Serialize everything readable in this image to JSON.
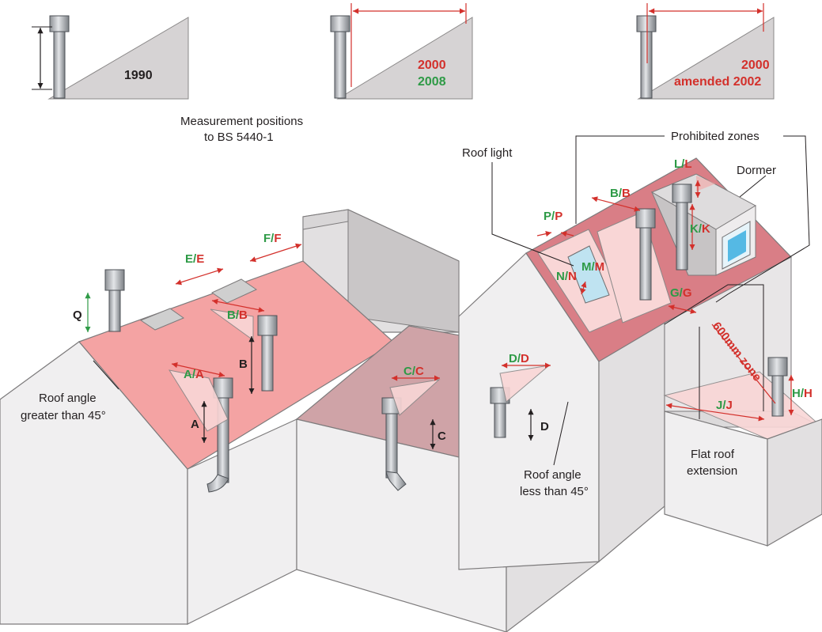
{
  "top_panels": {
    "p1": {
      "year": "1990"
    },
    "p2": {
      "year1": "2000",
      "year2": "2008"
    },
    "p3": {
      "year1": "2000",
      "year2": "amended 2002"
    },
    "caption_line1": "Measurement positions",
    "caption_line2": "to BS 5440-1"
  },
  "labels": {
    "roof_light": "Roof light",
    "prohibited_zones": "Prohibited zones",
    "dormer": "Dormer",
    "roof_gt45_line1": "Roof angle",
    "roof_gt45_line2": "greater than 45°",
    "roof_lt45_line1": "Roof angle",
    "roof_lt45_line2": "less than 45°",
    "flat_roof_line1": "Flat roof",
    "flat_roof_line2": "extension",
    "zone_600": "600mm zone"
  },
  "dimensions": {
    "Q": "Q",
    "A": "A",
    "B": "B",
    "C": "C",
    "D": "D",
    "AA_l": "A/",
    "AA_r": "A",
    "BB1_l": "B/",
    "BB1_r": "B",
    "BB2_l": "B/",
    "BB2_r": "B",
    "CC_l": "C/",
    "CC_r": "C",
    "DD_l": "D/",
    "DD_r": "D",
    "EE_l": "E/",
    "EE_r": "E",
    "FF_l": "F/",
    "FF_r": "F",
    "GG_l": "G/",
    "GG_r": "G",
    "HH_l": "H/",
    "HH_r": "H",
    "JJ_l": "J/",
    "JJ_r": "J",
    "KK_l": "K/",
    "KK_r": "K",
    "LL_l": "L/",
    "LL_r": "L",
    "MM_l": "M/",
    "MM_r": "M",
    "NN_l": "N/",
    "NN_r": "N",
    "PP_l": "P/",
    "PP_r": "P"
  },
  "colors": {
    "green": "#2e9a46",
    "red": "#d3302b",
    "roof": "#f4a3a3"
  }
}
